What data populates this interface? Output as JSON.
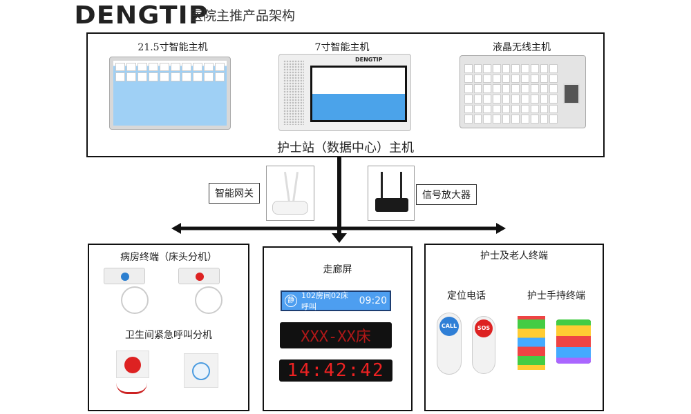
{
  "header": {
    "logo": "DENGTIP",
    "title": "医院主推产品架构"
  },
  "top": {
    "title": "护士站（数据中心）主机",
    "devices": [
      {
        "label": "21.5寸智能主机"
      },
      {
        "label": "7寸智能主机"
      },
      {
        "label": "液晶无线主机"
      }
    ]
  },
  "middle": {
    "gateway": "智能网关",
    "amplifier": "信号放大器"
  },
  "ward": {
    "title": "病房终端（床头分机）",
    "bathroom": "卫生间紧急呼叫分机"
  },
  "corridor": {
    "title": "走廊屏",
    "screen1_text": "102房间02床呼叫",
    "screen1_time": "09:20",
    "screen1_icon": "静",
    "screen2_text": "XXX-XX床",
    "screen3_clock": "14:42:42"
  },
  "nurse": {
    "title": "护士及老人终端",
    "phone": "定位电话",
    "handheld": "护士手持终端",
    "call": "CALL",
    "sos": "SOS"
  },
  "colors": {
    "accent": "#3d8fe0",
    "led": "#e22222"
  }
}
